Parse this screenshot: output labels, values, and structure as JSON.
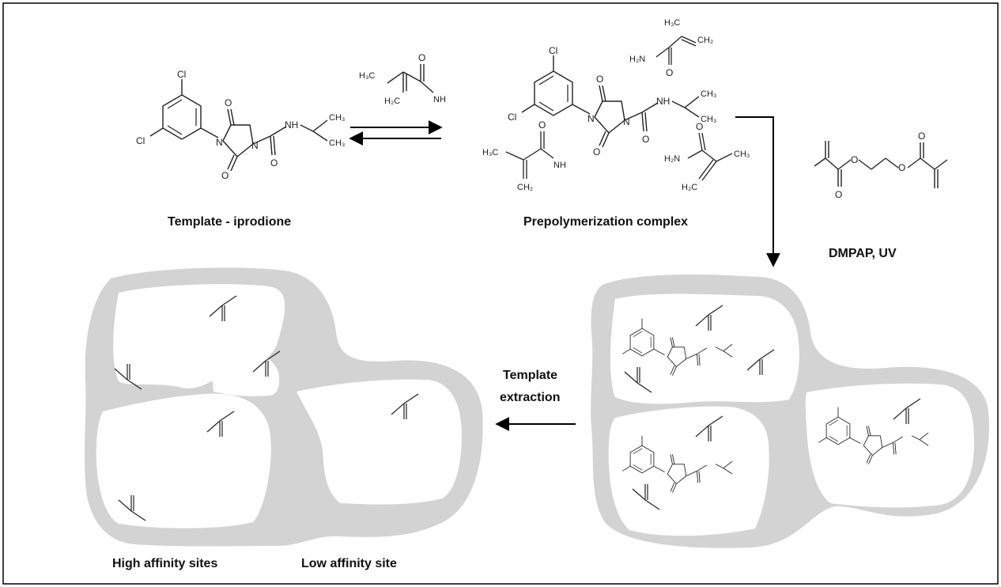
{
  "colors": {
    "polymer": "#d3d3d3",
    "cavity": "#ffffff",
    "line": "#222222",
    "frame": "#000000"
  },
  "labels": {
    "template": "Template - iprodione",
    "prepolymerization": "Prepolymerization complex",
    "initiator": "DMPAP, UV",
    "extraction_line1": "Template",
    "extraction_line2": "extraction",
    "high_affinity": "High affinity sites",
    "low_affinity": "Low affinity site"
  },
  "atoms": {
    "cl": "Cl",
    "n": "N",
    "o": "O",
    "nh": "NH",
    "nh2": "NH",
    "h2n": "H₂N",
    "ch3": "CH₃",
    "h3c": "H₃C",
    "h2c": "H₂C",
    "ch2": "CH₂",
    "ch2_eq": "CH₂",
    "sub2": "2"
  }
}
